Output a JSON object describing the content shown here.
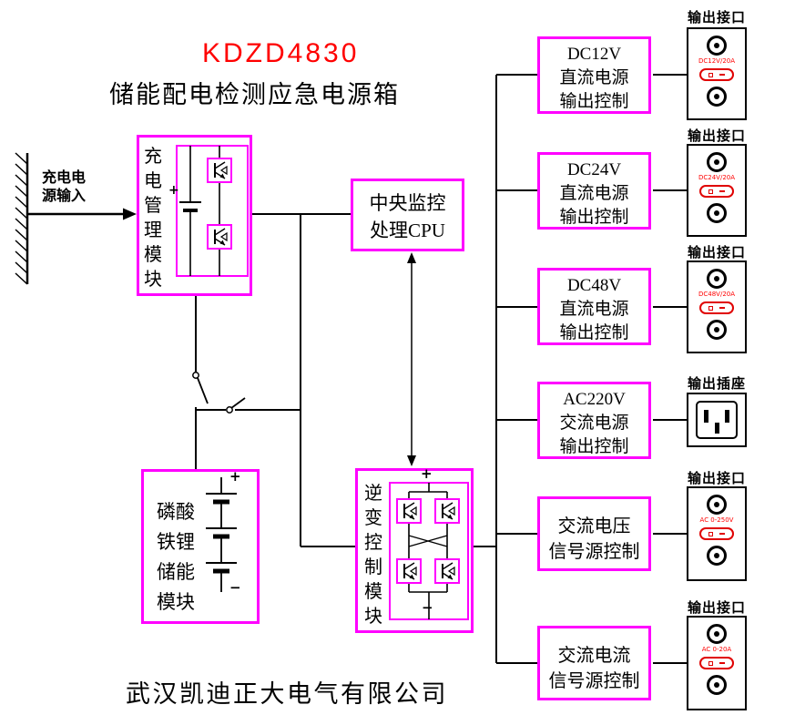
{
  "title": "KDZD4830",
  "subtitle": "储能配电检测应急电源箱",
  "company": "武汉凯迪正大电气有限公司",
  "input": {
    "line1": "充电电",
    "line2": "源输入"
  },
  "charge": {
    "label": "充电管理模块",
    "plus": "+"
  },
  "cpu": {
    "line1": "中央监控",
    "line2": "处理CPU"
  },
  "battery": {
    "l1": "磷酸",
    "l2": "铁锂",
    "l3": "储能",
    "l4": "模块",
    "plus": "+",
    "minus": "−"
  },
  "inverter": {
    "label": "逆变控制模块",
    "plus": "+",
    "minus": "−"
  },
  "outputs": [
    {
      "l1": "DC12V",
      "l2": "直流电源",
      "l3": "输出控制"
    },
    {
      "l1": "DC24V",
      "l2": "直流电源",
      "l3": "输出控制"
    },
    {
      "l1": "DC48V",
      "l2": "直流电源",
      "l3": "输出控制"
    },
    {
      "l1": "AC220V",
      "l2": "交流电源",
      "l3": "输出控制"
    },
    {
      "l1": "交流电压",
      "l2": "信号源控制"
    },
    {
      "l1": "交流电流",
      "l2": "信号源控制"
    }
  ],
  "connectors": [
    {
      "label": "输出接口",
      "spec": "DC12V/20A"
    },
    {
      "label": "输出接口",
      "spec": "DC24V/20A"
    },
    {
      "label": "输出接口",
      "spec": "DC48V/20A"
    },
    {
      "label": "输出插座"
    },
    {
      "label": "输出接口",
      "spec": "AC 0-250V"
    },
    {
      "label": "输出接口",
      "spec": "AC 0-20A"
    }
  ],
  "colors": {
    "box_border": "#ff00ff",
    "title": "#ff0000",
    "line": "#000000",
    "spec": "#ff0000"
  }
}
